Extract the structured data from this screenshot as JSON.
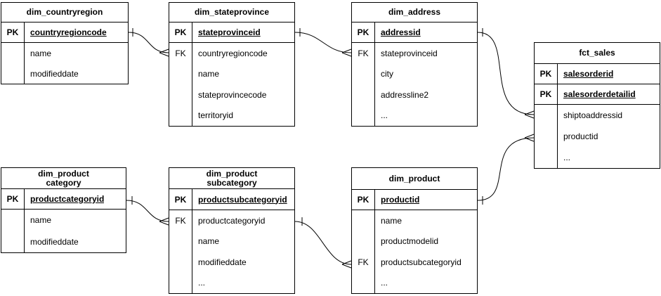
{
  "diagram": {
    "background_color": "#ffffff",
    "line_color": "#000000",
    "text_color": "#000000",
    "tables": [
      {
        "title": "dim_countryregion",
        "rows": [
          {
            "key": "PK",
            "label": "countryregioncode"
          },
          {
            "key": "",
            "label": "name"
          },
          {
            "key": "",
            "label": "modifieddate"
          }
        ]
      },
      {
        "title": "dim_stateprovince",
        "rows": [
          {
            "key": "PK",
            "label": "stateprovinceid"
          },
          {
            "key": "FK",
            "label": "countryregioncode"
          },
          {
            "key": "",
            "label": "name"
          },
          {
            "key": "",
            "label": "stateprovincecode"
          },
          {
            "key": "",
            "label": "territoryid"
          }
        ]
      },
      {
        "title": "dim_address",
        "rows": [
          {
            "key": "PK",
            "label": "addressid"
          },
          {
            "key": "FK",
            "label": "stateprovinceid"
          },
          {
            "key": "",
            "label": "city"
          },
          {
            "key": "",
            "label": "addressline2"
          },
          {
            "key": "",
            "label": "..."
          }
        ]
      },
      {
        "title": "fct_sales",
        "rows": [
          {
            "key": "PK",
            "label": "salesorderid"
          },
          {
            "key": "PK",
            "label": "salesorderdetailid"
          },
          {
            "key": "",
            "label": "shiptoaddressid"
          },
          {
            "key": "",
            "label": "productid"
          },
          {
            "key": "",
            "label": "..."
          }
        ]
      },
      {
        "title": "dim_product\ncategory",
        "rows": [
          {
            "key": "PK",
            "label": "productcategoryid"
          },
          {
            "key": "",
            "label": "name"
          },
          {
            "key": "",
            "label": "modifieddate"
          }
        ]
      },
      {
        "title": "dim_product\nsubcategory",
        "rows": [
          {
            "key": "PK",
            "label": "productsubcategoryid"
          },
          {
            "key": "FK",
            "label": "productcategoryid"
          },
          {
            "key": "",
            "label": "name"
          },
          {
            "key": "",
            "label": "modifieddate"
          },
          {
            "key": "",
            "label": "..."
          }
        ]
      },
      {
        "title": "dim_product",
        "rows": [
          {
            "key": "PK",
            "label": "productid"
          },
          {
            "key": "",
            "label": "name"
          },
          {
            "key": "",
            "label": "productmodelid"
          },
          {
            "key": "FK",
            "label": "productsubcategoryid"
          },
          {
            "key": "",
            "label": "..."
          }
        ]
      }
    ],
    "relations": [
      {
        "from_table": "dim_countryregion",
        "from_column": "countryregioncode",
        "to_table": "dim_stateprovince",
        "to_column": "countryregioncode",
        "cardinality": "one-to-many"
      },
      {
        "from_table": "dim_stateprovince",
        "from_column": "stateprovinceid",
        "to_table": "dim_address",
        "to_column": "stateprovinceid",
        "cardinality": "one-to-many"
      },
      {
        "from_table": "dim_address",
        "from_column": "addressid",
        "to_table": "fct_sales",
        "to_column": "shiptoaddressid",
        "cardinality": "one-to-many"
      },
      {
        "from_table": "dim_product",
        "from_column": "productid",
        "to_table": "fct_sales",
        "to_column": "productid",
        "cardinality": "one-to-many"
      },
      {
        "from_table": "dim_productcategory",
        "from_column": "productcategoryid",
        "to_table": "dim_productsubcategory",
        "to_column": "productcategoryid",
        "cardinality": "one-to-many"
      },
      {
        "from_table": "dim_productsubcategory",
        "from_column": "productsubcategoryid",
        "to_table": "dim_product",
        "to_column": "productsubcategoryid",
        "cardinality": "one-to-many"
      }
    ]
  }
}
